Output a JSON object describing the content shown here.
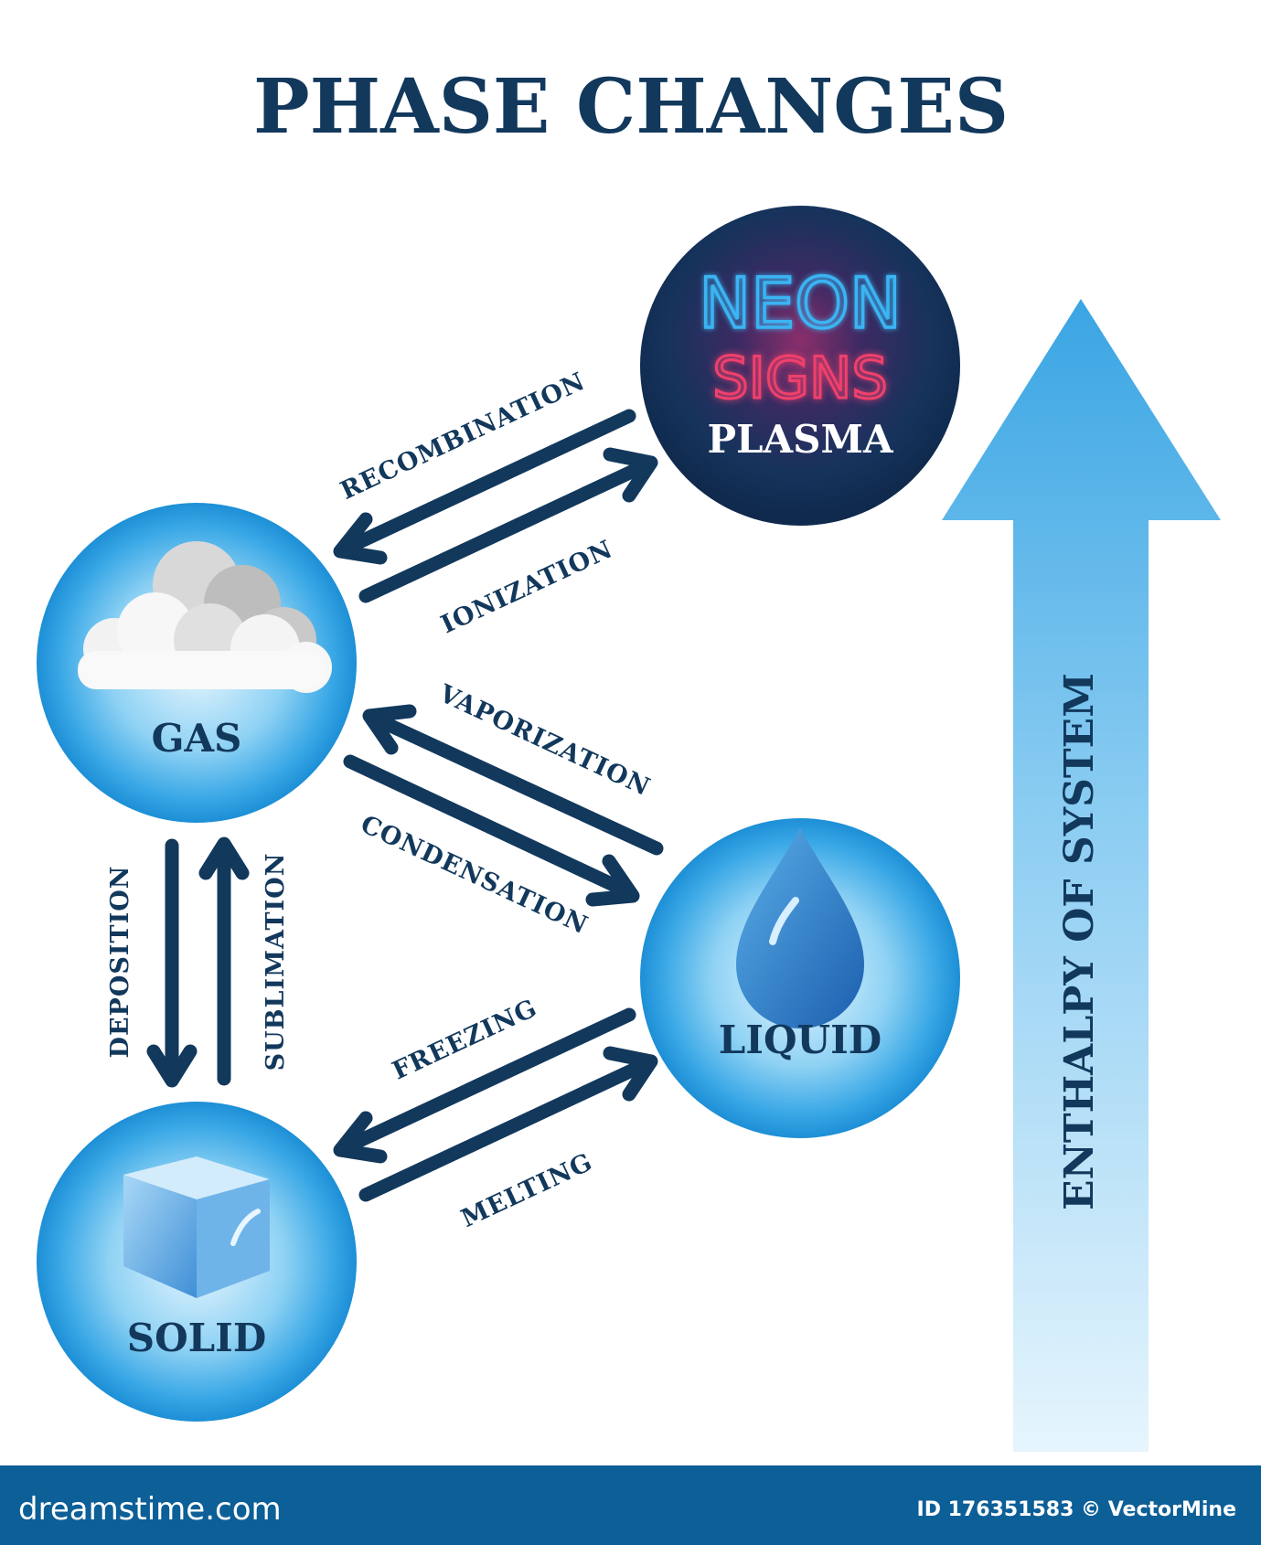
{
  "title": "PHASE CHANGES",
  "states": {
    "plasma": {
      "label": "PLASMA",
      "sign_line1": "NEON",
      "sign_line2": "SIGNS"
    },
    "gas": {
      "label": "GAS"
    },
    "liquid": {
      "label": "LIQUID"
    },
    "solid": {
      "label": "SOLID"
    }
  },
  "processes": {
    "recombination": "RECOMBINATION",
    "ionization": "IONIZATION",
    "vaporization": "VAPORIZATION",
    "condensation": "CONDENSATION",
    "deposition": "DEPOSITION",
    "sublimation": "SUBLIMATION",
    "freezing": "FREEZING",
    "melting": "MELTING"
  },
  "enthalpy_label": "ENTHALPY OF SYSTEM",
  "footer": {
    "logo": "dreamstime.com",
    "credit": "ID 176351583 © VectorMine"
  },
  "colors": {
    "navy": "#12385c",
    "sphere_light": "#bfe6fa",
    "sphere_dark": "#1d8fd6",
    "plasma_dark": "#0f2a4d",
    "neon_blue": "#3ab4f2",
    "neon_pink": "#f0406c",
    "footer_bar": "#0d5f97"
  }
}
